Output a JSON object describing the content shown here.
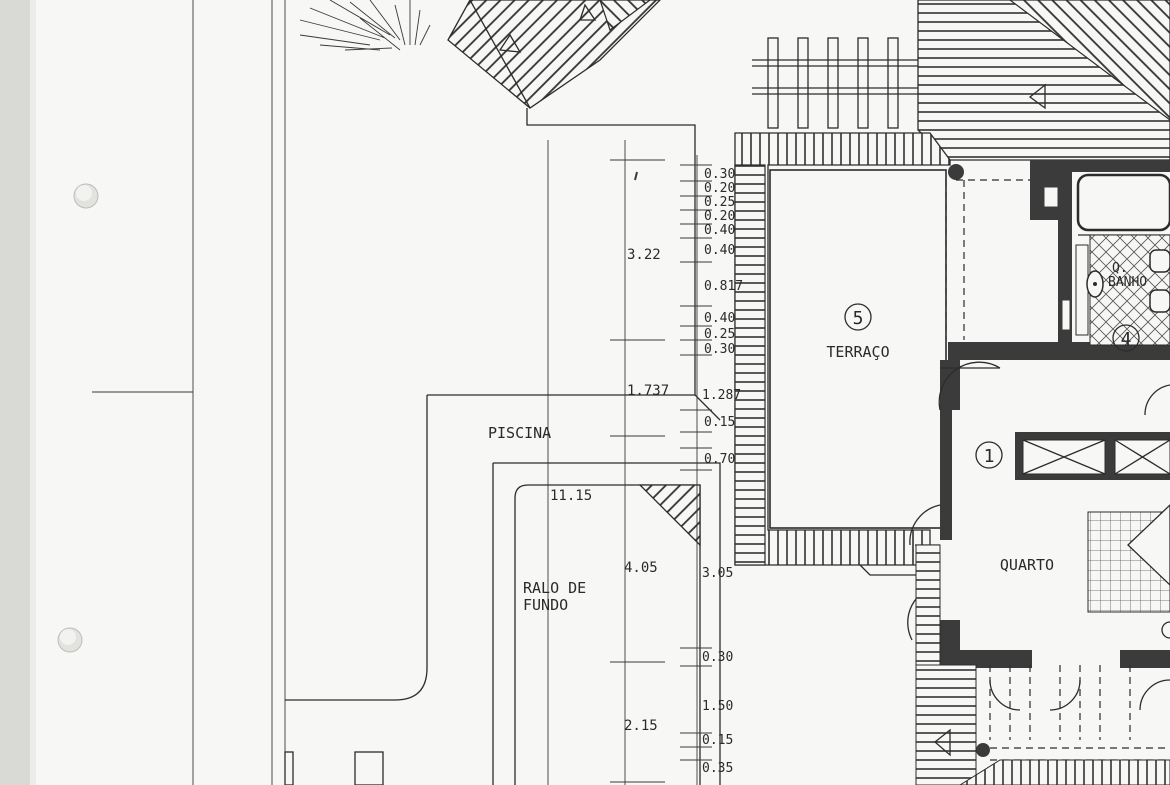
{
  "colors": {
    "paper": "#f7f7f5",
    "ink": "#2c2c2c",
    "wall": "#3b3b3b",
    "edge": "#d9d9d6"
  },
  "rooms": {
    "terraco": {
      "number": "5",
      "label": "TERRAÇO"
    },
    "quarto": {
      "number": "1",
      "label": "QUARTO"
    },
    "banho": {
      "number": "4",
      "label_line1": "Q.",
      "label_line2": "BANHO"
    },
    "piscina": {
      "label": "PISCINA"
    },
    "ralo": {
      "label_line1": "RALO DE",
      "label_line2": "FUNDO"
    }
  },
  "dimensions": {
    "right_column": [
      "0.30",
      "0.20",
      "0.25",
      "0.20",
      "0.40",
      "0.40",
      "0.817",
      "0.40",
      "0.25",
      "0.30",
      "1.287",
      "0.15",
      "0.70",
      "3.05",
      "0.30",
      "1.50",
      "0.15",
      "0.35"
    ],
    "d322": "3.22",
    "d1737": "1.737",
    "d1115": "11.15",
    "d405": "4.05",
    "d215": "2.15"
  }
}
